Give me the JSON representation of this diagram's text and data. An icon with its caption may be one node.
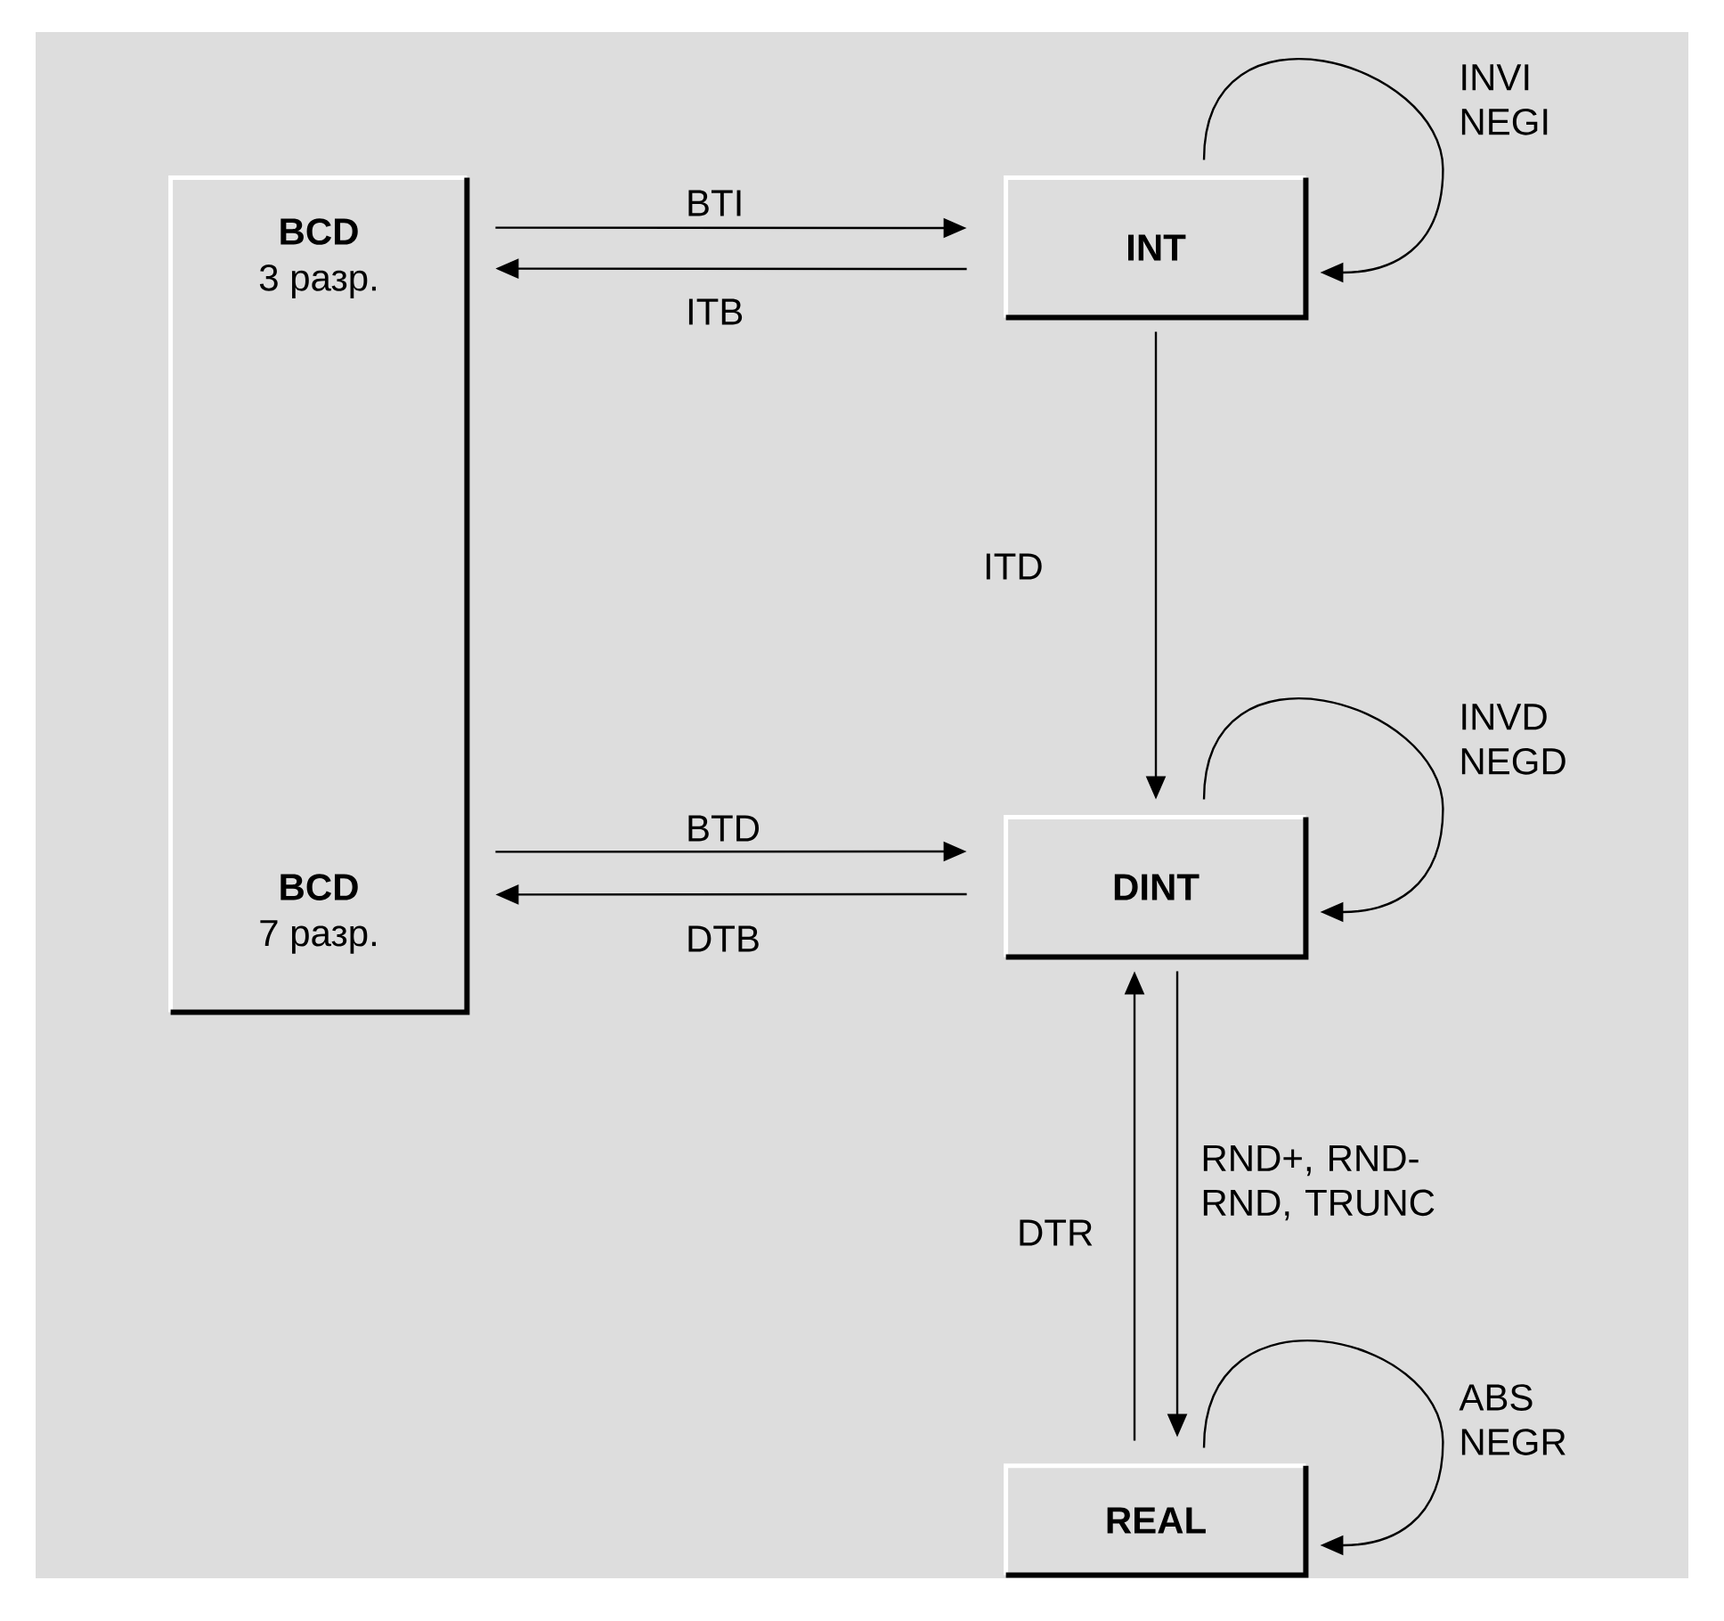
{
  "diagram": {
    "nodes": [
      {
        "text": [
          "BCD",
          "3 разр.",
          "BCD",
          "7 разр."
        ]
      },
      {
        "text": [
          "INT"
        ]
      },
      {
        "text": [
          "DINT"
        ]
      },
      {
        "text": [
          "REAL"
        ]
      }
    ],
    "edges": [
      {
        "from": 0,
        "to": 1,
        "arrow": "to",
        "label": "BTI"
      },
      {
        "from": 1,
        "to": 0,
        "arrow": "to",
        "label": "ITB"
      },
      {
        "from": 1,
        "to": 1,
        "arrow": "to",
        "label": "INVI NEGI"
      },
      {
        "from": 1,
        "to": 2,
        "arrow": "to",
        "label": "ITD"
      },
      {
        "from": 2,
        "to": 2,
        "arrow": "to",
        "label": "INVD NEGD"
      },
      {
        "from": 0,
        "to": 2,
        "arrow": "to",
        "label": "BTD"
      },
      {
        "from": 2,
        "to": 0,
        "arrow": "to",
        "label": "DTB"
      },
      {
        "from": 3,
        "to": 2,
        "arrow": "to",
        "label": "DTR"
      },
      {
        "from": 2,
        "to": 3,
        "arrow": "to",
        "label": "RND+, RND- RND, TRUNC"
      },
      {
        "from": 3,
        "to": 3,
        "arrow": "to",
        "label": "ABS NEGR"
      }
    ]
  }
}
